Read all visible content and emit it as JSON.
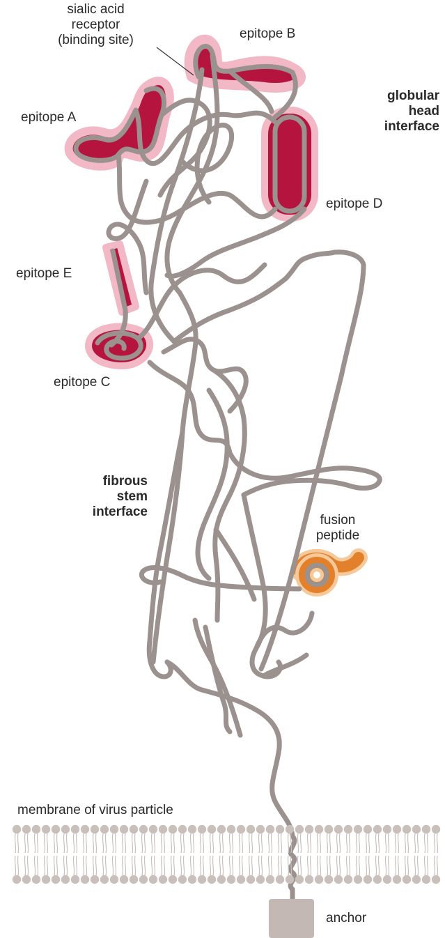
{
  "labels": {
    "sialic": [
      "sialic acid",
      "receptor",
      "(binding site)"
    ],
    "epitope_a": "epitope A",
    "epitope_b": "epitope B",
    "epitope_c": "epitope C",
    "epitope_d": "epitope D",
    "epitope_e": "epitope E",
    "globular": [
      "globular",
      "head",
      "interface"
    ],
    "fibrous": [
      "fibrous",
      "stem",
      "interface"
    ],
    "fusion": [
      "fusion",
      "peptide"
    ],
    "membrane": "membrane of virus particle",
    "anchor": "anchor"
  },
  "colors": {
    "chain": "#9b918e",
    "epitope_fill": "#b5143f",
    "epitope_glow": "#e8a4b4",
    "fusion_fill": "#e3802b",
    "fusion_glow": "#f6c99a",
    "lipid": "#c9bfbb",
    "anchor": "#c4b8b4"
  }
}
